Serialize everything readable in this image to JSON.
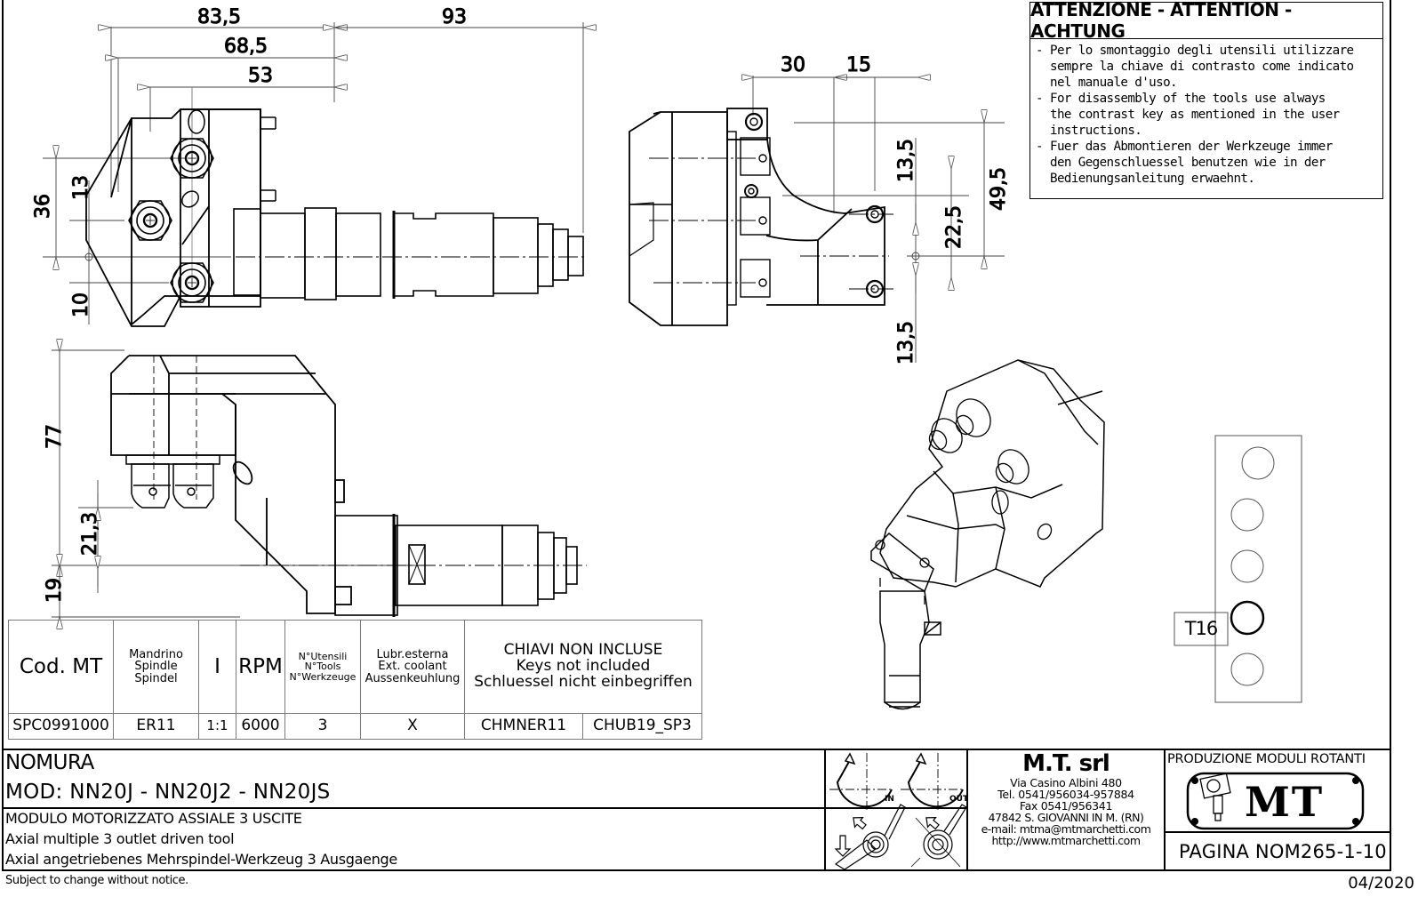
{
  "attention": {
    "title": "ATTENZIONE - ATTENTION - ACHTUNG",
    "items": [
      {
        "lines": [
          "Per lo smontaggio degli utensili utilizzare",
          "sempre la chiave di contrasto come indicato",
          "nel manuale d'uso."
        ]
      },
      {
        "lines": [
          "For disassembly of the tools use always",
          "the contrast key as mentioned in the user",
          "instructions."
        ]
      },
      {
        "lines": [
          "Fuer das Abmontieren der Werkzeuge immer",
          "den Gegenschluessel benutzen wie in der",
          "Bedienungsanleitung erwaehnt."
        ]
      }
    ]
  },
  "dimensions": {
    "front_view": {
      "d1": "83,5",
      "d2": "93",
      "d3": "68,5",
      "d4": "53",
      "d5": "36",
      "d6": "13",
      "d7": "10"
    },
    "side_view": {
      "d1": "30",
      "d2": "15",
      "d3": "13,5",
      "d4": "49,5",
      "d5": "22,5",
      "d6": "13,5"
    },
    "top_view": {
      "d1": "77",
      "d2": "21,3",
      "d3": "19"
    }
  },
  "turret": {
    "label": "T16",
    "positions": 5,
    "selected_index": 3
  },
  "spec_table": {
    "headers": {
      "cod": "Cod. MT",
      "spindle": [
        "Mandrino",
        "Spindle",
        "Spindel"
      ],
      "ratio": "I",
      "rpm": "RPM",
      "tools": [
        "N°Utensili",
        "N°Tools",
        "N°Werkzeuge"
      ],
      "coolant": [
        "Lubr.esterna",
        "Ext. coolant",
        "Aussenkeuhlung"
      ],
      "keys": [
        "CHIAVI NON INCLUSE",
        "Keys not included",
        "Schluessel nicht einbegriffen"
      ]
    },
    "row": {
      "cod": "SPC0991000",
      "spindle": "ER11",
      "ratio": "1:1",
      "rpm": "6000",
      "tools": "3",
      "coolant": "X",
      "key1": "CHMNER11",
      "key2": "CHUB19_SP3"
    }
  },
  "title_block": {
    "brand": "NOMURA",
    "models": "MOD: NN20J - NN20J2 - NN20JS",
    "desc_it": "MODULO MOTORIZZATO ASSIALE 3 USCITE",
    "desc_en": "Axial multiple 3 outlet driven tool",
    "desc_de": "Axial angetriebenes Mehrspindel-Werkzeug 3 Ausgaenge",
    "rotation_in": "IN",
    "rotation_out": "OUT",
    "company": {
      "name": "M.T. srl",
      "address": "Via Casino Albini 480",
      "tel": "Tel. 0541/956034-957884",
      "fax": "Fax 0541/956341",
      "city": "47842 S. GIOVANNI IN M. (RN)",
      "email": "e-mail: mtma@mtmarchetti.com",
      "web": "http://www.mtmarchetti.com"
    },
    "production": "PRODUZIONE MODULI ROTANTI",
    "logo_text": "MT",
    "page": "PAGINA NOM265-1-10"
  },
  "footer": {
    "notice": "Subject to change without notice.",
    "date": "04/2020"
  }
}
